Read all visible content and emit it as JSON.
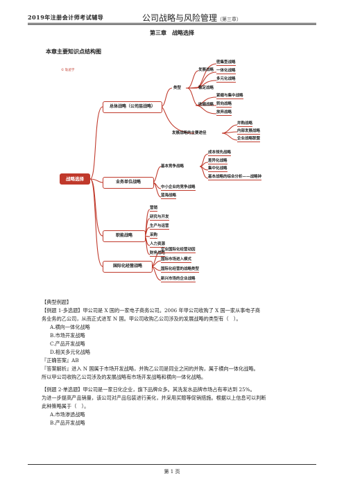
{
  "header": {
    "left": "2019年注册会计师考试辅导",
    "center": "公司战略与风险管理",
    "center_sub": "（第三章）"
  },
  "chapter_title": "第三章　战略选择",
  "map_title": "本章主要知识点结构图",
  "mindmap": {
    "logo": "© 轨迹学",
    "root": "战略选择",
    "l1": [
      "总体战略（公司层战略）",
      "业务单位战略",
      "职能战略",
      "国际化经营战略"
    ],
    "corporate": {
      "type_label": "类型",
      "growth": "发展战略",
      "growth_items": [
        "密集型战略",
        "一体化战略",
        "多元化战略"
      ],
      "stable": "稳定战略",
      "retreat": "收缩战略",
      "retreat_items": [
        "紧缩与集中战略",
        "转向战略",
        "放弃战略"
      ],
      "path": "发展战略的主要途径",
      "path_items": [
        "并购战略",
        "内部发展战略",
        "企业战略联盟"
      ]
    },
    "business": {
      "basic": "基本竞争战略",
      "basic_items": [
        "成本领先战略",
        "差异化战略",
        "集中化战略",
        "基本战略的综合分析——战略钟"
      ],
      "sme": "中小企业的竞争战略",
      "blue": "蓝海战略"
    },
    "functional_items": [
      "营销",
      "研究与开发",
      "生产与运营",
      "采购",
      "人力资源",
      "财务战略"
    ],
    "international_items": [
      "企业国际化经营动因",
      "国际市场进入模式",
      "国际化经营的战略类型",
      "新兴市场的企业战略"
    ]
  },
  "body": {
    "typical": "【典型例题】",
    "q1_line1": "【例题 1·多选题】甲公司是 X 国的一家电子商务公司。2006 年甲公司收购了 X 国一家从事电子商",
    "q1_line2": "务业务的乙公司，从而正式进军 N 国。甲公司收购乙公司涉及的发展战略的类型有（　）。",
    "q1_a": "A.横向一体化战略",
    "q1_b": "B.市场开发战略",
    "q1_c": "C.产品开发战略",
    "q1_d": "D.相关多元化战略",
    "answer": "『正确答案』AB",
    "analysis_line1": "『答案解析』进入 N 国属于市场开发战略，并购乙公司是同业之间的并购，属于横向一体化战略。",
    "analysis_line2": "所以甲公司收购乙公司涉及的发展战略有市场开发战略和横向一体化战略。",
    "q2_line1": "【例题 2·单选题】甲公司是一家日化企业，旗下品牌众多。其洗发水品牌市场占有率达到 25%。",
    "q2_line2": "为进一步提高产品销量，该公司对产品包装进行美化，并采用买赠等促销措施。根据以上信息可以判断",
    "q2_line3": "此种策略属于（　）。",
    "q2_a": "A.市场渗透战略",
    "q2_b": "B.产品开发战略"
  },
  "footer": "第 1 页",
  "colors": {
    "accent": "#c0392b"
  }
}
